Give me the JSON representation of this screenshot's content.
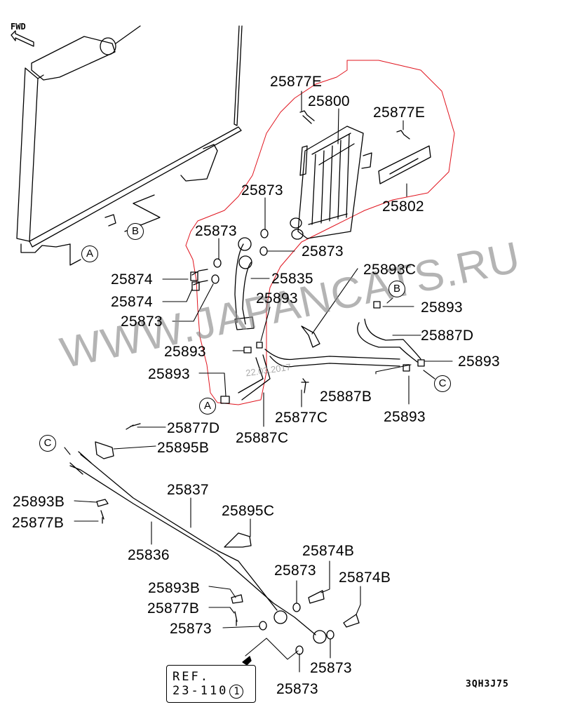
{
  "diagram": {
    "title": "Oil cooler & lines parts diagram",
    "direction_label": "FWD",
    "illustration_code": "3QH3J75",
    "watermark": "WWW.JAPANCATS.RU",
    "date_stamp": "22.03.2017",
    "reference": {
      "line1": "REF.",
      "line2": "23-110",
      "circle": "1"
    },
    "callouts": {
      "a": "A",
      "b": "B",
      "c": "C"
    },
    "highlight_color": "#e0141e",
    "parts": [
      {
        "id": "25877E",
        "label": "25877E"
      },
      {
        "id": "25800",
        "label": "25800"
      },
      {
        "id": "25877E_2",
        "label": "25877E"
      },
      {
        "id": "25873",
        "label": "25873"
      },
      {
        "id": "25802",
        "label": "25802"
      },
      {
        "id": "25873_b",
        "label": "25873"
      },
      {
        "id": "25873_c",
        "label": "25873"
      },
      {
        "id": "25874",
        "label": "25874"
      },
      {
        "id": "25835",
        "label": "25835"
      },
      {
        "id": "25893C",
        "label": "25893C"
      },
      {
        "id": "25874_b",
        "label": "25874"
      },
      {
        "id": "25893",
        "label": "25893"
      },
      {
        "id": "25893_b",
        "label": "25893"
      },
      {
        "id": "25873_d",
        "label": "25873"
      },
      {
        "id": "25887D",
        "label": "25887D"
      },
      {
        "id": "25893_c",
        "label": "25893"
      },
      {
        "id": "25893_d",
        "label": "25893"
      },
      {
        "id": "25893_e",
        "label": "25893"
      },
      {
        "id": "25887B",
        "label": "25887B"
      },
      {
        "id": "25877C",
        "label": "25877C"
      },
      {
        "id": "25893_f",
        "label": "25893"
      },
      {
        "id": "25887C",
        "label": "25887C"
      },
      {
        "id": "25877D",
        "label": "25877D"
      },
      {
        "id": "25895B",
        "label": "25895B"
      },
      {
        "id": "25837",
        "label": "25837"
      },
      {
        "id": "25893B",
        "label": "25893B"
      },
      {
        "id": "25895C",
        "label": "25895C"
      },
      {
        "id": "25877B",
        "label": "25877B"
      },
      {
        "id": "25836",
        "label": "25836"
      },
      {
        "id": "25874B",
        "label": "25874B"
      },
      {
        "id": "25873_e",
        "label": "25873"
      },
      {
        "id": "25874B_2",
        "label": "25874B"
      },
      {
        "id": "25893B_2",
        "label": "25893B"
      },
      {
        "id": "25877B_2",
        "label": "25877B"
      },
      {
        "id": "25873_f",
        "label": "25873"
      },
      {
        "id": "25873_g",
        "label": "25873"
      },
      {
        "id": "25873_h",
        "label": "25873"
      }
    ]
  }
}
